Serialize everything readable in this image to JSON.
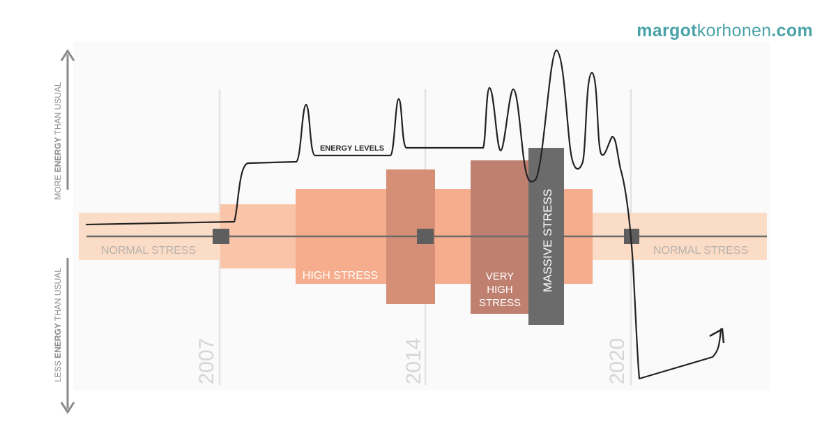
{
  "brand": {
    "part1": "margot",
    "part2": "korhonen",
    "part3": ".com"
  },
  "axis": {
    "up_label_prefix": "MORE ",
    "up_label_bold": "ENERGY",
    "up_label_suffix": " THAN USUAL",
    "down_label_prefix": "LESS ",
    "down_label_bold": "ENERGY",
    "down_label_suffix": " THAN USUAL"
  },
  "years": [
    "2007",
    "2014",
    "2020"
  ],
  "labels": {
    "normal_stress_left": "NORMAL STRESS",
    "normal_stress_right": "NORMAL STRESS",
    "high_stress": "HIGH STRESS",
    "very_high_stress": [
      "VERY",
      "HIGH",
      "STRESS"
    ],
    "massive_stress": "MASSIVE STRESS",
    "energy_levels": "ENERGY LEVELS"
  },
  "colors": {
    "normal": "#fbdcc6",
    "mid": "#f9c4a7",
    "high": "#f6ad8d",
    "peak_2014": "#d58f77",
    "very_high": "#bf8070",
    "massive": "#6b6b6b",
    "line": "#222222",
    "axis": "#8a8a8a",
    "gridline": "#e3e3e3",
    "timeline": "#6a6a6a",
    "brand": "#4aa3a8"
  }
}
